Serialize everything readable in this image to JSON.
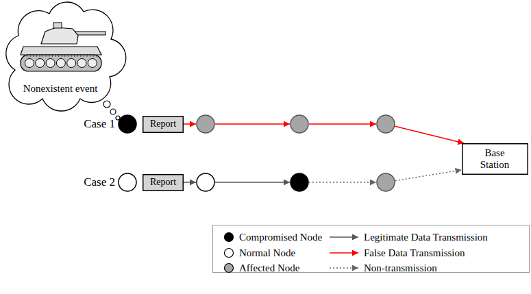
{
  "diagram": {
    "nodes": [
      {
        "text": [
          "Nonexistent event"
        ]
      },
      {
        "text": []
      },
      {
        "text": [
          "Report"
        ]
      },
      {
        "text": []
      },
      {
        "text": []
      },
      {
        "text": []
      },
      {
        "text": [
          "Base Station"
        ]
      },
      {
        "text": []
      },
      {
        "text": [
          "Report"
        ]
      },
      {
        "text": []
      },
      {
        "text": []
      },
      {
        "text": []
      }
    ],
    "edges": [
      {
        "from": 2,
        "to": 3,
        "arrow": "to"
      },
      {
        "from": 3,
        "to": 4,
        "arrow": "to"
      },
      {
        "from": 4,
        "to": 5,
        "arrow": "to"
      },
      {
        "from": 5,
        "to": 6,
        "arrow": "to"
      },
      {
        "from": 8,
        "to": 9,
        "arrow": "to"
      },
      {
        "from": 9,
        "to": 10,
        "arrow": "to"
      },
      {
        "from": 10,
        "to": 11,
        "arrow": "to"
      },
      {
        "from": 11,
        "to": 6,
        "arrow": "to"
      }
    ],
    "labels": [
      "Case 1",
      "Case 2"
    ],
    "legend": [
      {
        "text": "Compromised Node",
        "color": "#000000"
      },
      {
        "text": "Legitimate Data Transmission"
      },
      {
        "text": "Normal Node",
        "color": "#ffffff"
      },
      {
        "text": "False Data Transmission"
      },
      {
        "text": "Affected Node",
        "color": "#a6a6a6"
      },
      {
        "text": "Non-transmission"
      }
    ]
  }
}
